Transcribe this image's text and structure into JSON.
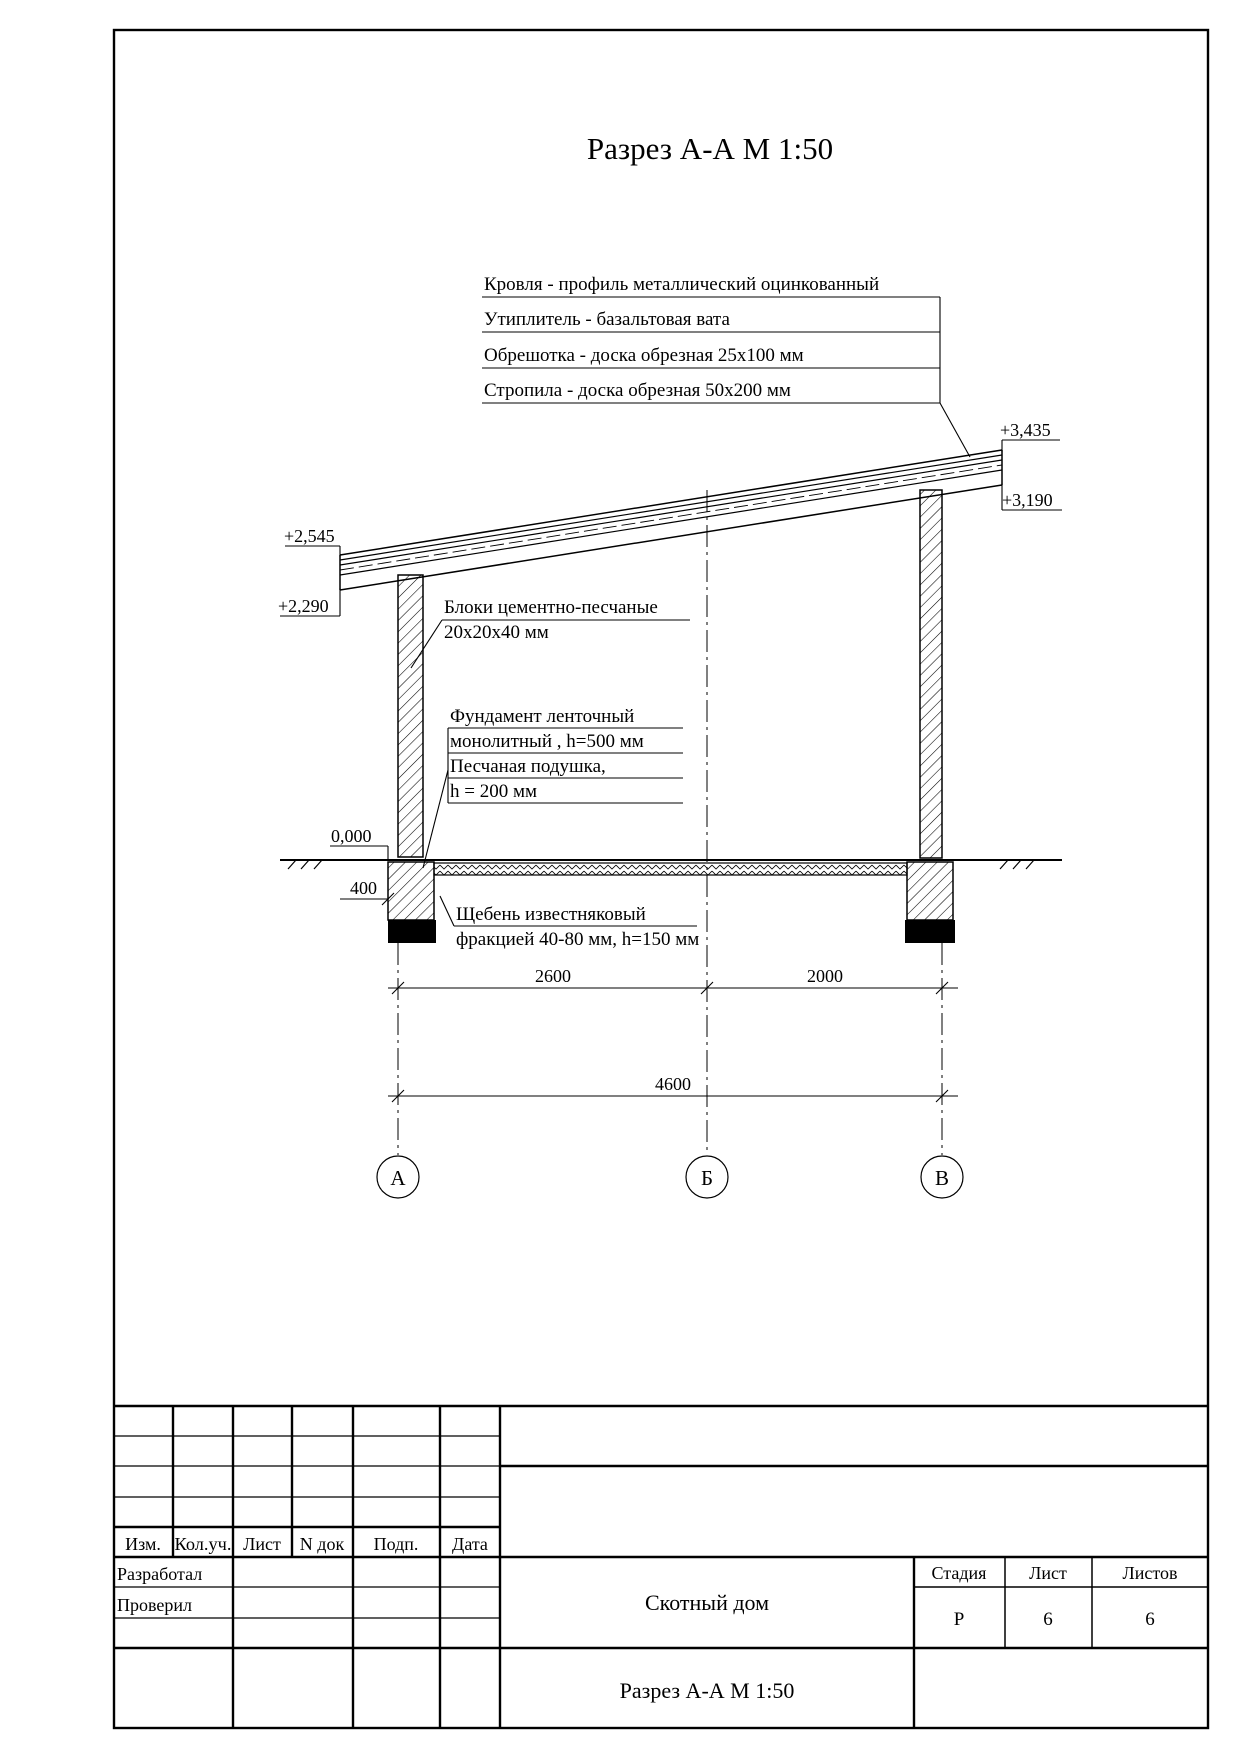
{
  "drawing": {
    "title": "Разрез А-А М 1:50",
    "roof_layers": [
      "Кровля - профиль металлический оцинкованный",
      "Утиплитель - базальтовая вата",
      "Обрешотка - доска обрезная 25х100 мм",
      "Стропила - доска обрезная 50х200 мм"
    ],
    "elevations": {
      "roof_high_top": "+3,435",
      "roof_high_bottom": "+3,190",
      "roof_low_top": "+2,545",
      "roof_low_bottom": "+2,290",
      "ground": "0,000"
    },
    "wall_note": [
      "Блоки цементно-песчаные",
      "20х20х40 мм"
    ],
    "foundation_note": [
      "Фундамент ленточный",
      "монолитный , h=500 мм",
      "Песчаная подушка,",
      "h = 200 мм"
    ],
    "gravel_note": [
      "Щебень известняковый",
      "фракцией 40-80 мм, h=150 мм"
    ],
    "dimensions": {
      "depth": "400",
      "span_ab": "2600",
      "span_bv": "2000",
      "total": "4600"
    },
    "axes": [
      "А",
      "Б",
      "В"
    ]
  },
  "title_block": {
    "revision_headers": [
      "Изм.",
      "Кол.уч.",
      "Лист",
      "N док",
      "Подп.",
      "Дата"
    ],
    "developed_label": "Разработал",
    "checked_label": "Проверил",
    "project_name": "Скотный дом",
    "sheet_name": "Разрез А-А М 1:50",
    "stage_label": "Стадия",
    "sheet_label": "Лист",
    "sheets_label": "Листов",
    "stage_value": "Р",
    "sheet_value": "6",
    "sheets_value": "6"
  }
}
